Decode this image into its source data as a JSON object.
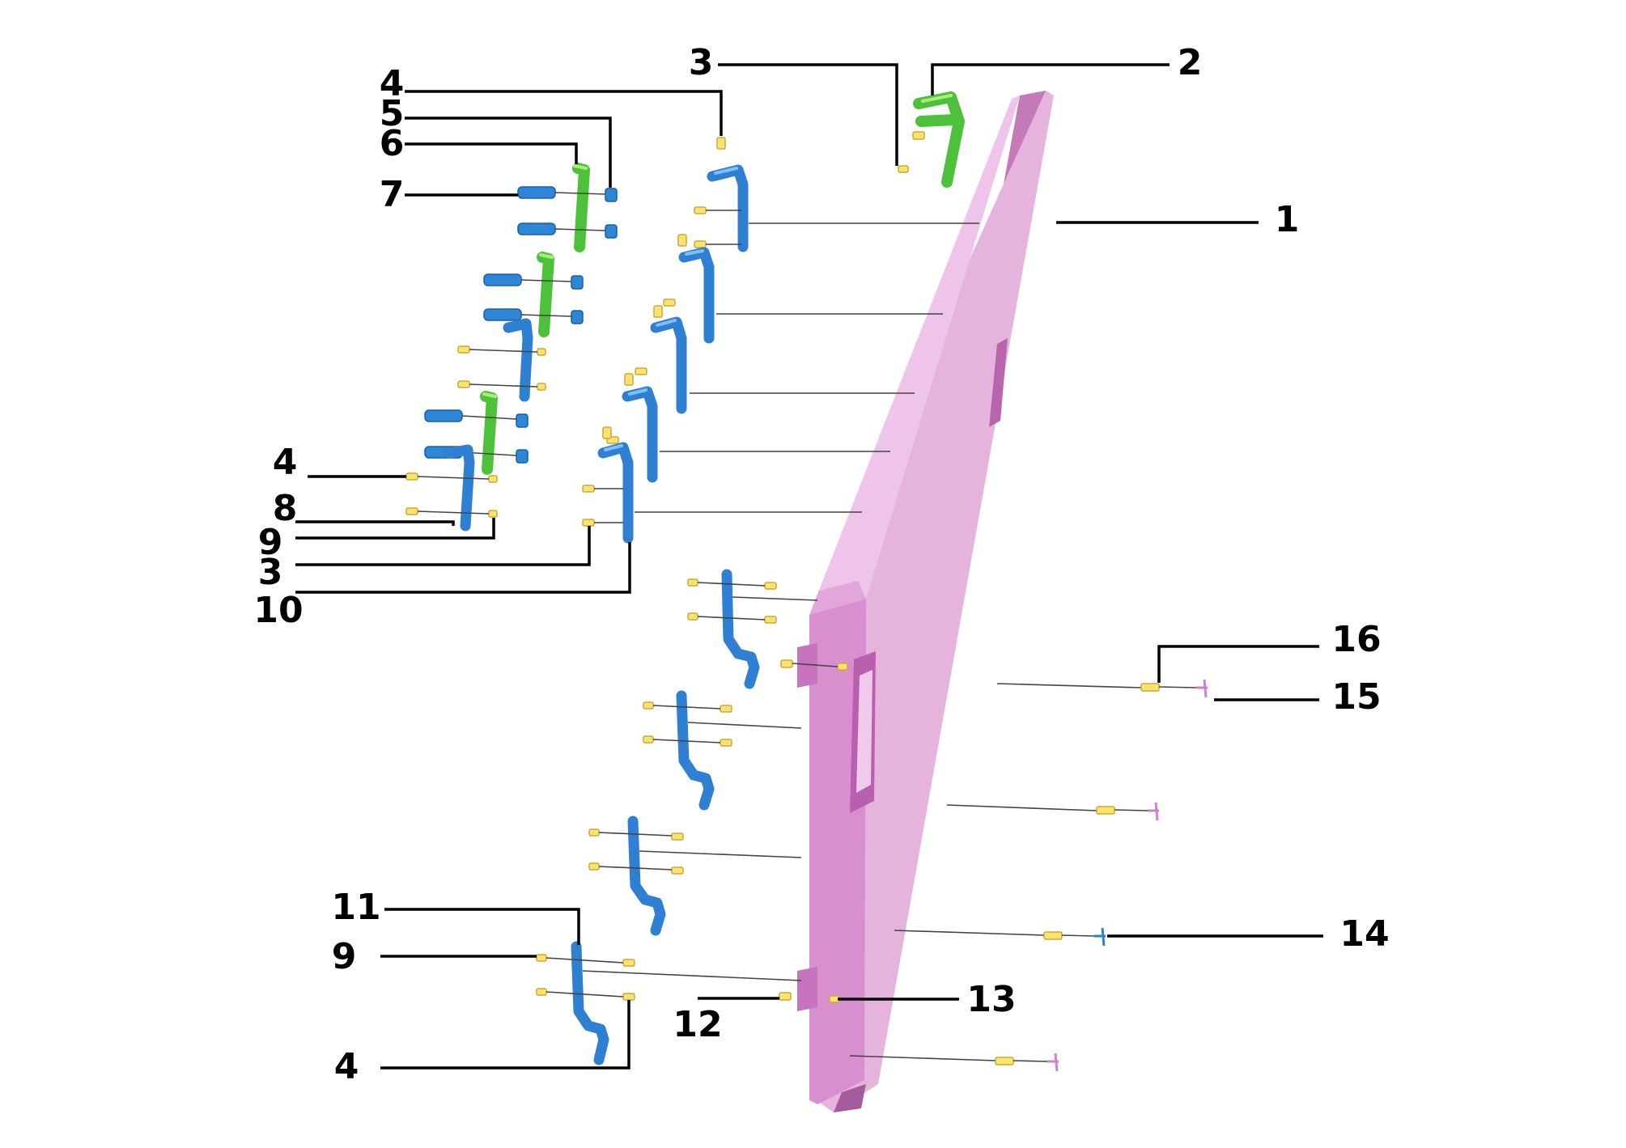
{
  "colors": {
    "panel": "#e8a8e0",
    "panel_edge": "#c77ac0",
    "bracket_blue": "#2f7fd3",
    "bracket_green": "#4ec13a",
    "fastener": "#ffe26b",
    "clip_pink": "#cf7fd0"
  },
  "callouts": {
    "c1": "1",
    "c2": "2",
    "c3_top": "3",
    "c4_top": "4",
    "c5": "5",
    "c6": "6",
    "c7": "7",
    "c4_mid": "4",
    "c8": "8",
    "c9_mid": "9",
    "c3_mid": "3",
    "c10": "10",
    "c16": "16",
    "c15": "15",
    "c14": "14",
    "c11": "11",
    "c9_low": "9",
    "c12": "12",
    "c13": "13",
    "c4_low": "4"
  }
}
